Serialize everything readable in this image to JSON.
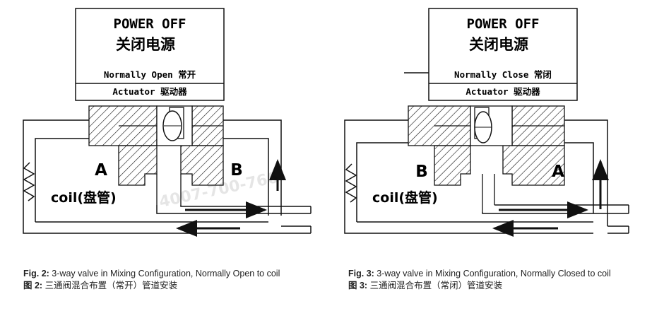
{
  "figures": [
    {
      "header_line1": "POWER OFF",
      "header_line2": "关闭电源",
      "mode_label": "Normally Open 常开",
      "actuator_label": "Actuator 驱动器",
      "port_left": "A",
      "port_right": "B",
      "coil_label": "coil(盘管)",
      "caption_en_prefix": "Fig. 2:",
      "caption_en": "3-way valve in Mixing Configuration, Normally Open to coil",
      "caption_zh_prefix": "图 2:",
      "caption_zh": "三通阀混合布置（常开）管道安装"
    },
    {
      "header_line1": "POWER OFF",
      "header_line2": "关闭电源",
      "mode_label": "Normally Close 常闭",
      "actuator_label": "Actuator 驱动器",
      "port_left": "B",
      "port_right": "A",
      "coil_label": "coil(盘管)",
      "caption_en_prefix": "Fig. 3:",
      "caption_en": "3-way valve in Mixing Configuration, Normally Closed to coil",
      "caption_zh_prefix": "图 3:",
      "caption_zh": "三通阀混合布置（常闭）管道安装"
    }
  ],
  "watermark": "4007-700-766"
}
